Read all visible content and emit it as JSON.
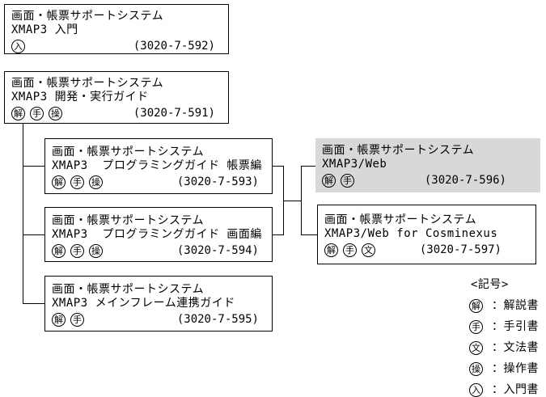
{
  "diagram": {
    "boxes": [
      {
        "title": "画面・帳票サポートシステム",
        "subtitle": "XMAP3 入門",
        "icons": [
          "入"
        ],
        "number": "(3020-7-592)"
      },
      {
        "title": "画面・帳票サポートシステム",
        "subtitle": "XMAP3 開発・実行ガイド",
        "icons": [
          "解",
          "手",
          "操"
        ],
        "number": "(3020-7-591)"
      },
      {
        "title": "画面・帳票サポートシステム",
        "subtitle": "XMAP3  プログラミングガイド 帳票編",
        "icons": [
          "解",
          "手",
          "操"
        ],
        "number": "(3020-7-593)"
      },
      {
        "title": "画面・帳票サポートシステム",
        "subtitle": "XMAP3  プログラミングガイド 画面編",
        "icons": [
          "解",
          "手",
          "操"
        ],
        "number": "(3020-7-594)"
      },
      {
        "title": "画面・帳票サポートシステム",
        "subtitle": "XMAP3 メインフレーム連携ガイド",
        "icons": [
          "解",
          "手"
        ],
        "number": "(3020-7-595)"
      },
      {
        "title": "画面・帳票サポートシステム",
        "subtitle": "XMAP3/Web",
        "icons": [
          "解",
          "手"
        ],
        "number": "(3020-7-596)",
        "highlighted": true
      },
      {
        "title": "画面・帳票サポートシステム",
        "subtitle": "XMAP3/Web for Cosminexus",
        "icons": [
          "解",
          "手",
          "文"
        ],
        "number": "(3020-7-597)"
      }
    ],
    "legend": {
      "title": "<記号>",
      "items": [
        {
          "icon": "解",
          "label": "：解説書"
        },
        {
          "icon": "手",
          "label": "：手引書"
        },
        {
          "icon": "文",
          "label": "：文法書"
        },
        {
          "icon": "操",
          "label": "：操作書"
        },
        {
          "icon": "入",
          "label": "：入門書"
        }
      ]
    },
    "colors": {
      "highlight_bg": "#d8d8d8",
      "line": "#000000",
      "background": "#ffffff"
    }
  }
}
